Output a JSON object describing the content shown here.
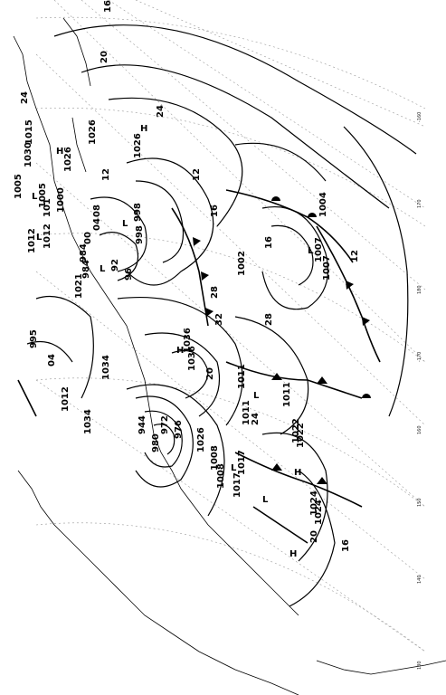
{
  "isobar_labels": [
    "16",
    "20",
    "24",
    "1015",
    "1030",
    "1026",
    "1005",
    "1000",
    "1012",
    "101",
    "24",
    "12",
    "08",
    "04",
    "00",
    "984",
    "998",
    "92",
    "96",
    "1021",
    "995",
    "04",
    "1034",
    "1012",
    "1034",
    "1036",
    "28",
    "32",
    "20",
    "24",
    "28",
    "1002",
    "1004",
    "1007",
    "16",
    "12",
    "1011",
    "1011",
    "1008",
    "1017",
    "1022",
    "1024",
    "20",
    "16",
    "980",
    "944",
    "972",
    "976",
    "1026",
    "12",
    "16"
  ],
  "pressure_centers": [
    {
      "symbol": "H",
      "value": "1026"
    },
    {
      "symbol": "L",
      "value": "998"
    },
    {
      "symbol": "L",
      "value": "984"
    },
    {
      "symbol": "L",
      "value": "1007"
    },
    {
      "symbol": "L",
      "value": "1011"
    },
    {
      "symbol": "L",
      "value": "1008"
    },
    {
      "symbol": "L",
      "value": "1017"
    },
    {
      "symbol": "H",
      "value": "1036"
    },
    {
      "symbol": "H",
      "value": "1022"
    },
    {
      "symbol": "H",
      "value": "1024"
    },
    {
      "symbol": "H",
      "value": "1026"
    },
    {
      "symbol": "L",
      "value": "1005"
    },
    {
      "symbol": "L",
      "value": "1012"
    }
  ],
  "longitude_labels": [
    "-160",
    "-170",
    "180",
    "170",
    "160",
    "150",
    "140",
    "130"
  ],
  "icons": {
    "high": "high-pressure-icon",
    "low": "low-pressure-icon"
  }
}
